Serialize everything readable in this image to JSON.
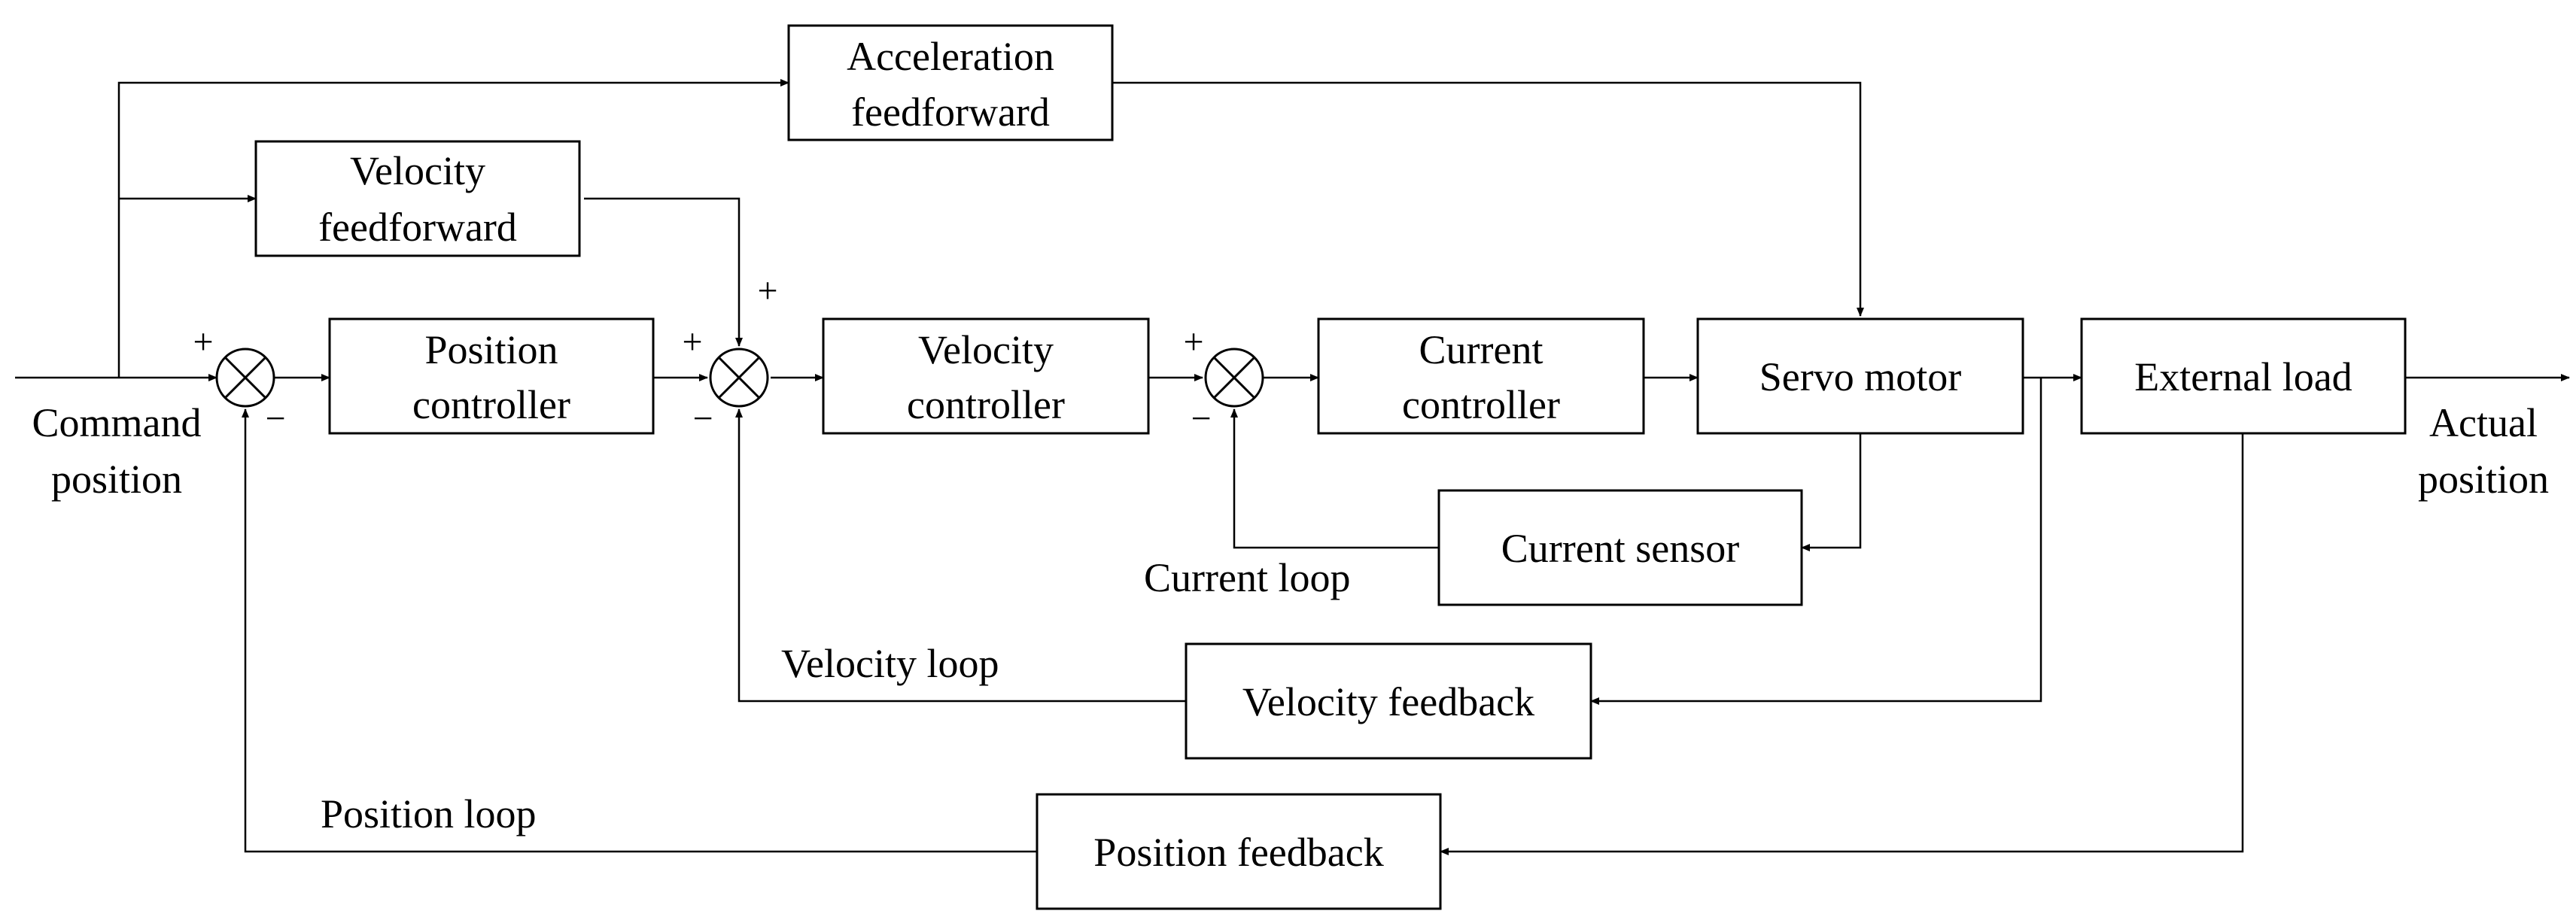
{
  "blocks": {
    "acceleration_feedforward": [
      "Acceleration",
      "feedforward"
    ],
    "velocity_feedforward": [
      "Velocity",
      "feedforward"
    ],
    "position_controller": [
      "Position",
      "controller"
    ],
    "velocity_controller": [
      "Velocity",
      "controller"
    ],
    "current_controller": [
      "Current",
      "controller"
    ],
    "servo_motor": [
      "Servo motor"
    ],
    "external_load": [
      "External load"
    ],
    "current_sensor": [
      "Current sensor"
    ],
    "velocity_feedback": [
      "Velocity feedback"
    ],
    "position_feedback": [
      "Position feedback"
    ]
  },
  "signals": {
    "command_position": [
      "Command",
      "position"
    ],
    "actual_position": [
      "Actual",
      "position"
    ]
  },
  "loops": {
    "current": "Current loop",
    "velocity": "Velocity loop",
    "position": "Position loop"
  },
  "signs": {
    "plus": "+",
    "minus": "−"
  }
}
